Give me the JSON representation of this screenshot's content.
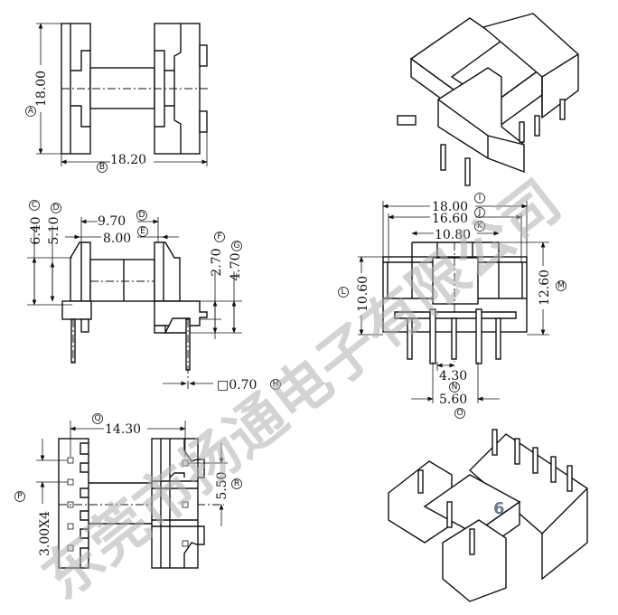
{
  "watermark": "东莞市扬通电子有限公司",
  "figure_number": "6",
  "top_view": {
    "dim_A": "18.00",
    "label_A": "A",
    "dim_B": "18.20",
    "label_B": "B"
  },
  "side_view": {
    "dim_C": "6.40",
    "label_C": "C",
    "dim_D_left": "5.10",
    "label_D_left": "D",
    "dim_D": "9.70",
    "label_D": "D",
    "dim_E": "8.00",
    "label_E": "E",
    "dim_F": "2.70",
    "label_F": "F",
    "dim_G": "4.70",
    "label_G": "G",
    "dim_H": "□0.70",
    "label_H": "H"
  },
  "front_view": {
    "dim_I": "18.00",
    "label_I": "I",
    "dim_J": "16.60",
    "label_J": "J",
    "dim_K": "10.80",
    "label_K": "K",
    "dim_L": "10.60",
    "label_L": "L",
    "dim_M": "12.60",
    "label_M": "M",
    "dim_N": "4.30",
    "label_N": "N",
    "dim_O": "5.60",
    "label_O": "O"
  },
  "bottom_view": {
    "dim_P": "3.00X4",
    "label_P": "P",
    "dim_Q": "14.30",
    "label_Q": "Q",
    "dim_R": "5.50",
    "label_R": "R"
  }
}
